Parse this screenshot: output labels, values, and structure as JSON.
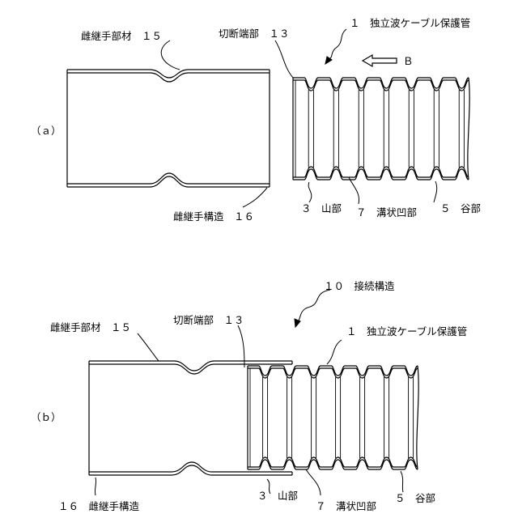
{
  "figure_a": {
    "panel_label": "（ａ）",
    "labels": {
      "member": "雌継手部材　１５",
      "cut_end": "切断端部　１３",
      "pipe": "１　独立波ケーブル保護管",
      "direction": "Ｂ",
      "structure": "雌継手構造　１６",
      "crest": "３　山部",
      "groove": "７　溝状凹部",
      "trough": "５　谷部"
    }
  },
  "figure_b": {
    "panel_label": "（ｂ）",
    "labels": {
      "connection": "１０　接続構造",
      "member": "雌継手部材　１５",
      "cut_end": "切断端部　１３",
      "pipe": "１　独立波ケーブル保護管",
      "structure": "１６　雌継手構造",
      "crest": "３　山部",
      "groove": "７　溝状凹部",
      "trough": "５　谷部"
    }
  }
}
